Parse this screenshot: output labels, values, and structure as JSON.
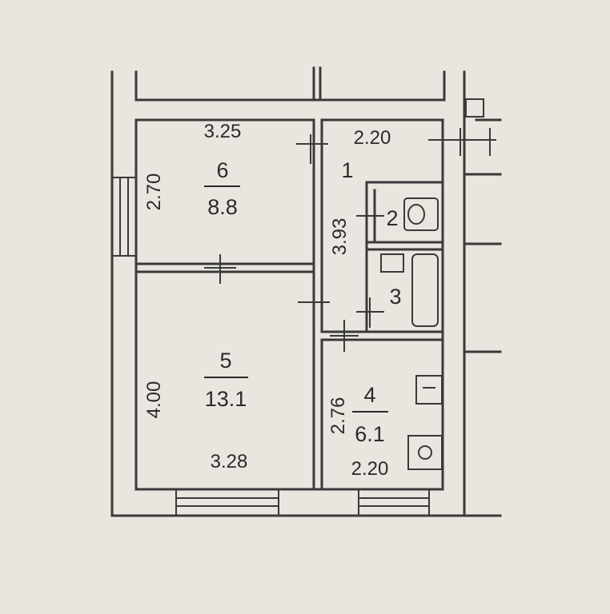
{
  "rooms": [
    {
      "number": "6",
      "area": "8.8"
    },
    {
      "number": "5",
      "area": "13.1"
    },
    {
      "number": "1"
    },
    {
      "number": "2"
    },
    {
      "number": "3"
    },
    {
      "number": "4",
      "area": "6.1"
    }
  ],
  "dimensions": {
    "room6_width": "3.25",
    "room6_depth": "2.70",
    "room5_depth": "4.00",
    "room5_width": "3.28",
    "hall_width": "2.20",
    "hall_length": "3.93",
    "kitchen_depth": "2.76",
    "kitchen_width": "2.20"
  },
  "colors": {
    "paper": "#e9e5df",
    "line": "#3a3a3a"
  }
}
